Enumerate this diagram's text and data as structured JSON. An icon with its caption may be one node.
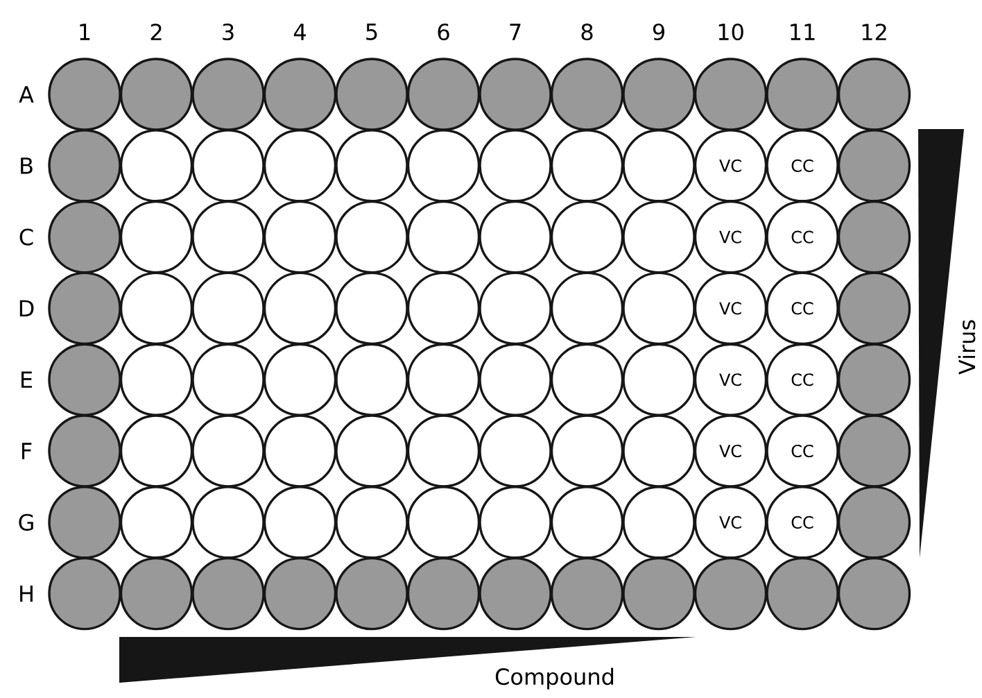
{
  "diagram": {
    "nodes": [
      {
        "text": [],
        "shape": "circle"
      },
      {
        "text": [],
        "shape": "circle"
      },
      {
        "text": [],
        "shape": "circle"
      },
      {
        "text": [],
        "shape": "circle"
      },
      {
        "text": [],
        "shape": "circle"
      },
      {
        "text": [],
        "shape": "circle"
      },
      {
        "text": [],
        "shape": "circle"
      },
      {
        "text": [],
        "shape": "circle"
      },
      {
        "text": [],
        "shape": "circle"
      },
      {
        "text": [],
        "shape": "circle"
      },
      {
        "text": [],
        "shape": "circle"
      },
      {
        "text": [],
        "shape": "circle"
      },
      {
        "text": [],
        "shape": "circle"
      },
      {
        "text": [],
        "shape": "circle"
      },
      {
        "text": [],
        "shape": "circle"
      },
      {
        "text": [],
        "shape": "circle"
      },
      {
        "text": [],
        "shape": "circle"
      },
      {
        "text": [],
        "shape": "circle"
      },
      {
        "text": [],
        "shape": "circle"
      },
      {
        "text": [],
        "shape": "circle"
      },
      {
        "text": [],
        "shape": "circle"
      },
      {
        "text": [
          "VC"
        ]
      },
      {
        "text": [
          "CC"
        ]
      },
      {
        "text": [],
        "shape": "circle"
      },
      {
        "text": [],
        "shape": "circle"
      },
      {
        "text": [],
        "shape": "circle"
      },
      {
        "text": [],
        "shape": "circle"
      },
      {
        "text": [],
        "shape": "circle"
      },
      {
        "text": [],
        "shape": "circle"
      },
      {
        "text": [],
        "shape": "circle"
      },
      {
        "text": [],
        "shape": "circle"
      },
      {
        "text": [],
        "shape": "circle"
      },
      {
        "text": [],
        "shape": "circle"
      },
      {
        "text": [
          "VC"
        ]
      },
      {
        "text": [
          "CC"
        ]
      },
      {
        "text": [],
        "shape": "circle"
      },
      {
        "text": [],
        "shape": "circle"
      },
      {
        "text": [],
        "shape": "circle"
      },
      {
        "text": [],
        "shape": "circle"
      },
      {
        "text": [],
        "shape": "circle"
      },
      {
        "text": [],
        "shape": "circle"
      },
      {
        "text": [],
        "shape": "circle"
      },
      {
        "text": [],
        "shape": "circle"
      },
      {
        "text": [],
        "shape": "circle"
      },
      {
        "text": [],
        "shape": "circle"
      },
      {
        "text": [
          "VC"
        ]
      },
      {
        "text": [
          "CC"
        ]
      },
      {
        "text": [],
        "shape": "circle"
      },
      {
        "text": [],
        "shape": "circle"
      },
      {
        "text": [],
        "shape": "circle"
      },
      {
        "text": [],
        "shape": "circle"
      },
      {
        "text": [],
        "shape": "circle"
      },
      {
        "text": [],
        "shape": "circle"
      },
      {
        "text": [],
        "shape": "circle"
      },
      {
        "text": [],
        "shape": "circle"
      },
      {
        "text": [],
        "shape": "circle"
      },
      {
        "text": [],
        "shape": "circle"
      },
      {
        "text": [
          "VC"
        ]
      },
      {
        "text": [
          "CC"
        ]
      },
      {
        "text": [],
        "shape": "circle"
      },
      {
        "text": [],
        "shape": "circle"
      },
      {
        "text": [],
        "shape": "circle"
      },
      {
        "text": [],
        "shape": "circle"
      },
      {
        "text": [],
        "shape": "circle"
      },
      {
        "text": [],
        "shape": "circle"
      },
      {
        "text": [],
        "shape": "circle"
      },
      {
        "text": [],
        "shape": "circle"
      },
      {
        "text": [],
        "shape": "circle"
      },
      {
        "text": [],
        "shape": "circle"
      },
      {
        "text": [
          "VC"
        ]
      },
      {
        "text": [
          "CC"
        ]
      },
      {
        "text": [],
        "shape": "circle"
      },
      {
        "text": [],
        "shape": "circle"
      },
      {
        "text": [],
        "shape": "circle"
      },
      {
        "text": [],
        "shape": "circle"
      },
      {
        "text": [],
        "shape": "circle"
      },
      {
        "text": [],
        "shape": "circle"
      },
      {
        "text": [],
        "shape": "circle"
      },
      {
        "text": [],
        "shape": "circle"
      },
      {
        "text": [],
        "shape": "circle"
      },
      {
        "text": [],
        "shape": "circle"
      },
      {
        "text": [
          "VC"
        ]
      },
      {
        "text": [
          "CC"
        ]
      },
      {
        "text": [],
        "shape": "circle"
      },
      {
        "text": [],
        "shape": "circle"
      },
      {
        "text": [],
        "shape": "circle"
      },
      {
        "text": [],
        "shape": "circle"
      },
      {
        "text": [],
        "shape": "circle"
      },
      {
        "text": [],
        "shape": "circle"
      },
      {
        "text": [],
        "shape": "circle"
      },
      {
        "text": [],
        "shape": "circle"
      },
      {
        "text": [],
        "shape": "circle"
      },
      {
        "text": [],
        "shape": "circle"
      },
      {
        "text": [],
        "shape": "circle"
      },
      {
        "text": [],
        "shape": "circle"
      },
      {
        "text": [],
        "shape": "circle"
      }
    ],
    "labels": [
      "1",
      "2",
      "3",
      "4",
      "5",
      "6",
      "7",
      "8",
      "9",
      "10",
      "11",
      "12",
      "A",
      "B",
      "C",
      "D",
      "E",
      "F",
      "G",
      "H",
      "Virus",
      "Compound"
    ]
  }
}
